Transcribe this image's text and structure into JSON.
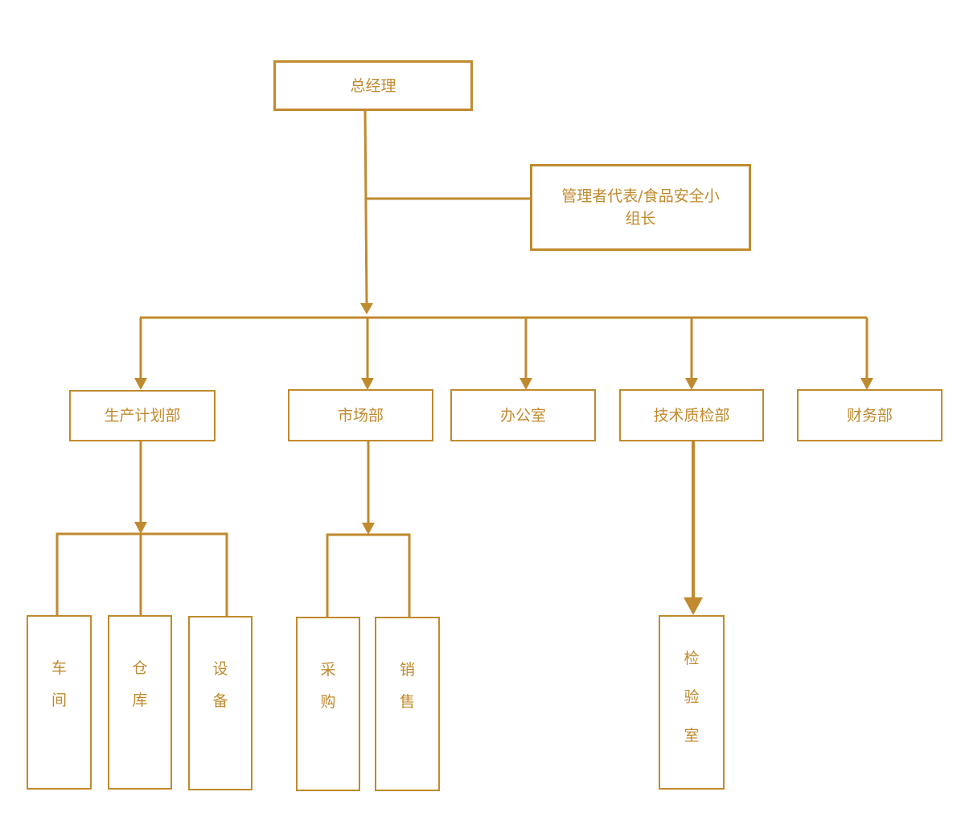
{
  "colors": {
    "accent": "#c08a2e",
    "background": "#ffffff"
  },
  "nodes": {
    "gm": "总经理",
    "rep": "管理者代表/食品安全小组长",
    "production": "生产计划部",
    "market": "市场部",
    "office": "办公室",
    "tech": "技术质检部",
    "finance": "财务部",
    "workshop": [
      "车",
      "间"
    ],
    "warehouse": [
      "仓",
      "库"
    ],
    "equipment": [
      "设",
      "备"
    ],
    "purchase": [
      "采",
      "购"
    ],
    "sales": [
      "销",
      "售"
    ],
    "lab": [
      "检",
      "验",
      "室"
    ]
  }
}
